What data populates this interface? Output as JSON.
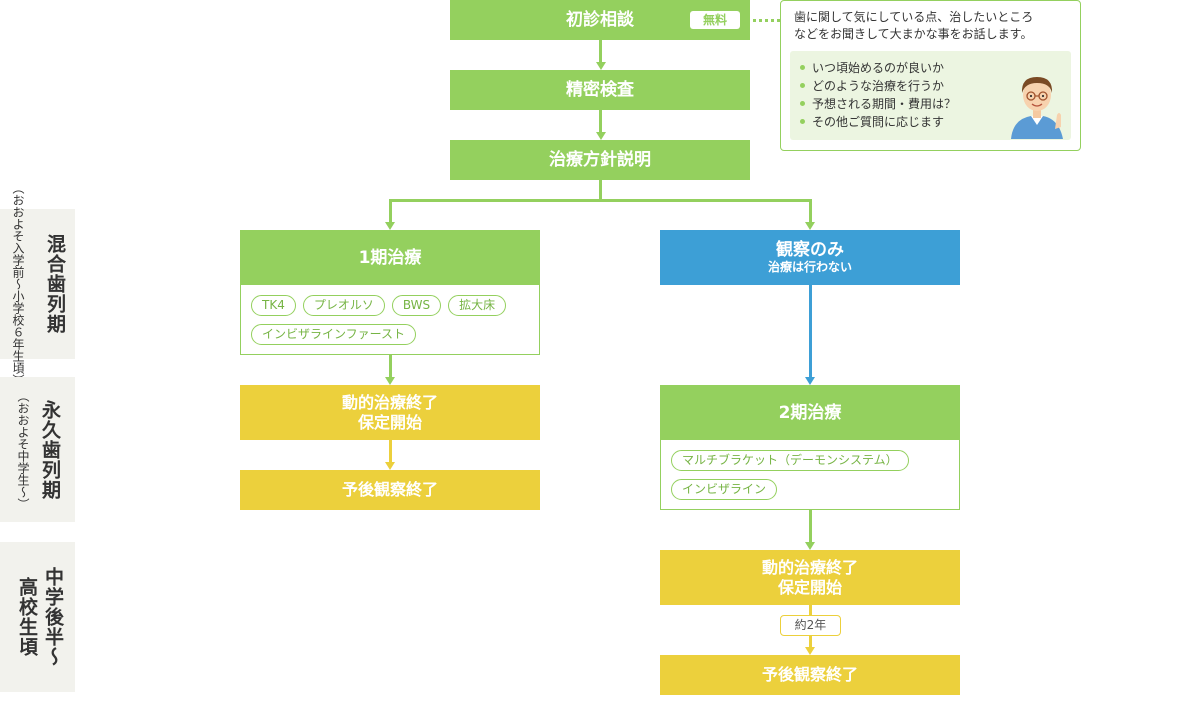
{
  "periods": [
    {
      "main": "混合歯列期",
      "sub": "（おおよそ入学前〜小学校６年生頃）"
    },
    {
      "main": "永久歯列期",
      "sub": "（おおよそ中学生〜）"
    },
    {
      "main": "中学後半〜",
      "sub": "高校生頃"
    }
  ],
  "flow": {
    "initial": {
      "label": "初診相談",
      "badge": "無料"
    },
    "exam": {
      "label": "精密検査"
    },
    "plan": {
      "label": "治療方針説明"
    },
    "phase1": {
      "label": "1期治療",
      "options": [
        "TK4",
        "プレオルソ",
        "BWS",
        "拡大床",
        "インビザラインファースト"
      ]
    },
    "observe": {
      "label": "観察のみ",
      "sub": "治療は行わない"
    },
    "left_retain": {
      "line1": "動的治療終了",
      "line2": "保定開始"
    },
    "left_end": {
      "label": "予後観察終了"
    },
    "phase2": {
      "label": "2期治療",
      "options": [
        "マルチブラケット（デーモンシステム）",
        "インビザライン"
      ]
    },
    "right_retain": {
      "line1": "動的治療終了",
      "line2": "保定開始"
    },
    "duration": {
      "label": "約2年"
    },
    "right_end": {
      "label": "予後観察終了"
    }
  },
  "consult_info": {
    "intro_line1": "歯に関して気にしている点、治したいところ",
    "intro_line2": "などをお聞きして大まかな事をお話します。",
    "bullets": [
      "いつ頃始めるのが良いか",
      "どのような治療を行うか",
      "予想される期間・費用は？",
      "その他ご質問に応じます"
    ]
  },
  "colors": {
    "green": "#94d05e",
    "blue": "#3d9fd6",
    "yellow": "#ecd03c",
    "panel": "#f2f2ed"
  }
}
